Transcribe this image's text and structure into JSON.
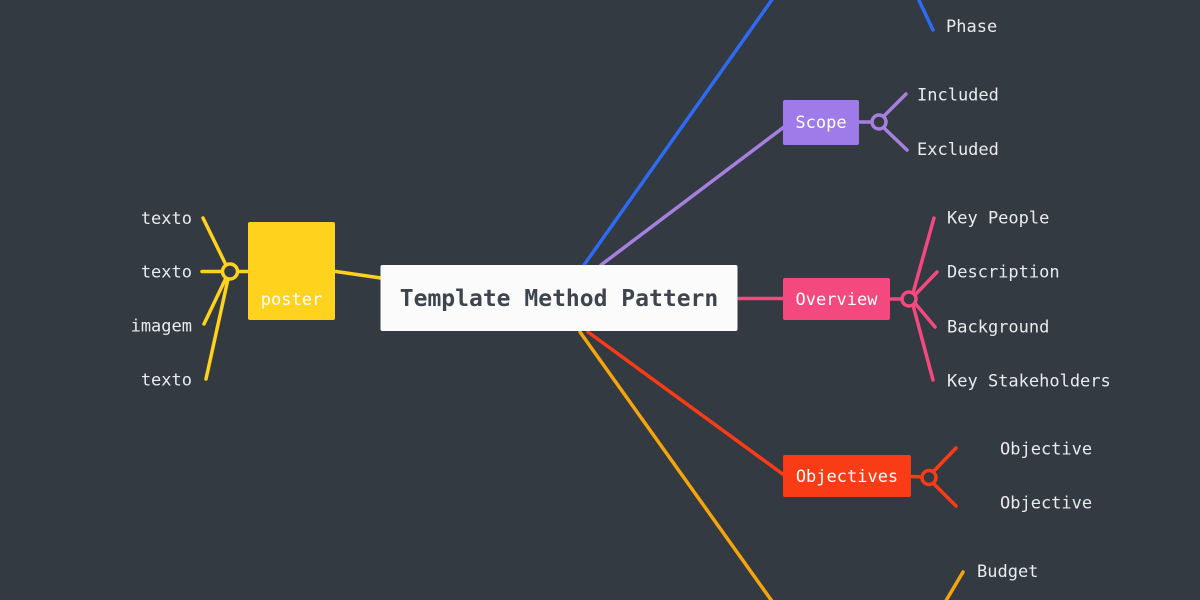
{
  "root": {
    "label": "Template Method Pattern"
  },
  "branches": [
    {
      "name": "poster",
      "label": "poster",
      "color": "#FFD21E",
      "children": [
        {
          "label": "texto"
        },
        {
          "label": "texto"
        },
        {
          "label": "imagem"
        },
        {
          "label": "texto"
        }
      ]
    },
    {
      "name": "phase-branch",
      "color": "#2F6BF2",
      "children": [
        {
          "label": "Phase"
        }
      ]
    },
    {
      "name": "scope",
      "label": "Scope",
      "color": "#9E7BE8",
      "children": [
        {
          "label": "Included"
        },
        {
          "label": "Excluded"
        }
      ]
    },
    {
      "name": "overview",
      "label": "Overview",
      "color": "#F4497F",
      "children": [
        {
          "label": "Key People"
        },
        {
          "label": "Description"
        },
        {
          "label": "Background"
        },
        {
          "label": "Key Stakeholders"
        }
      ]
    },
    {
      "name": "objectives",
      "label": "Objectives",
      "color": "#F93B16",
      "children": [
        {
          "label": "Objective"
        },
        {
          "label": "Objective"
        }
      ]
    },
    {
      "name": "budget-branch",
      "color": "#F5A50B",
      "children": [
        {
          "label": "Budget"
        }
      ]
    }
  ],
  "colors": {
    "background": "#333A42",
    "root_fill": "#FBFBFB",
    "root_text": "#3E454E",
    "leaf_text": "#E9EBED"
  }
}
